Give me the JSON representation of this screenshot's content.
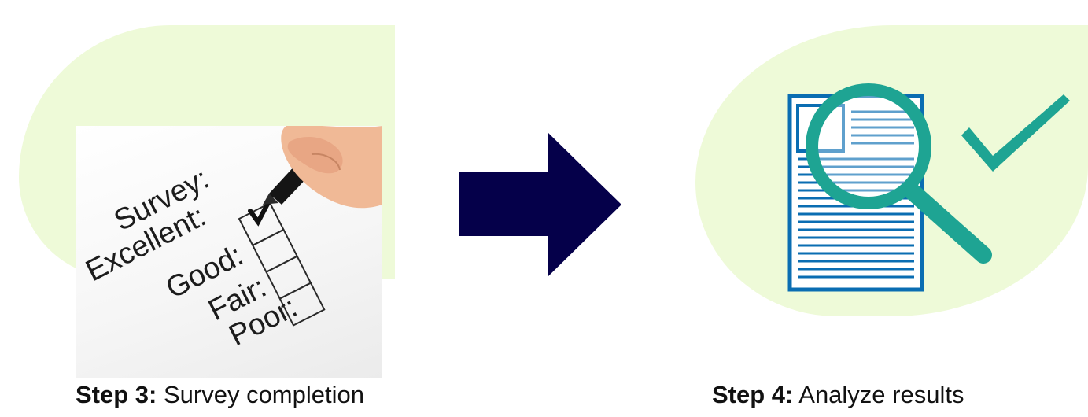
{
  "step3": {
    "label_bold": "Step 3:",
    "label_text": " Survey completion",
    "form_lines": [
      "Survey:",
      "Excellent:",
      "Good:",
      "Fair:",
      "Poor:"
    ]
  },
  "step4": {
    "label_bold": "Step 4:",
    "label_text": " Analyze results"
  },
  "icons": {
    "arrow": "right-arrow-icon",
    "magnifier": "magnifying-glass-icon",
    "check": "checkmark-icon",
    "document": "document-icon",
    "hand": "hand-with-pen-icon"
  },
  "colors": {
    "blob": "#eefad8",
    "arrow": "#05004a",
    "document": "#0a6db2",
    "magnifier": "#1ea493"
  }
}
